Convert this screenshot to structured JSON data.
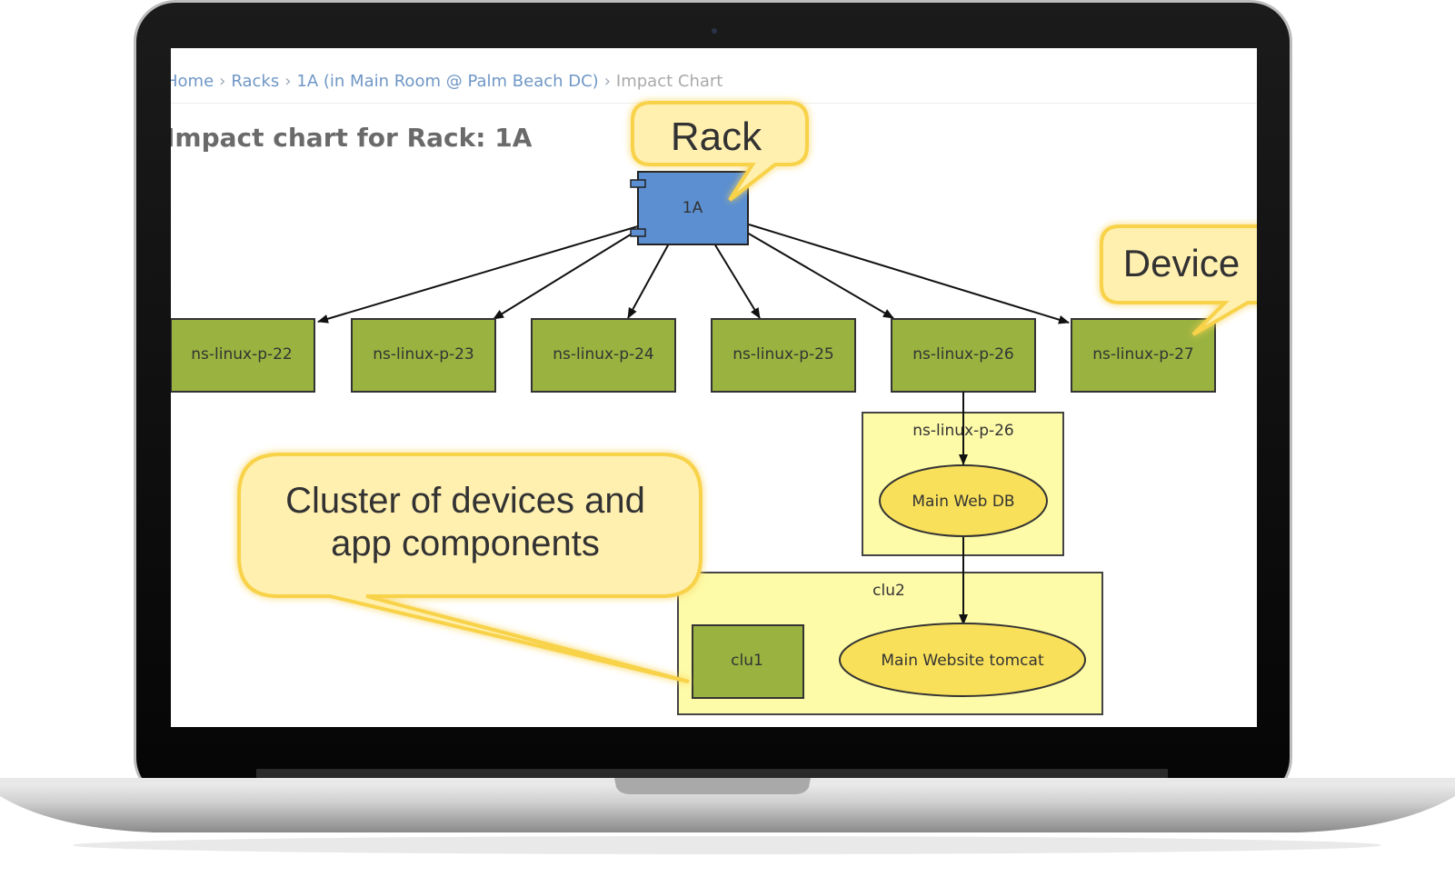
{
  "breadcrumb": {
    "home": "Home",
    "racks": "Racks",
    "rack_path": "1A (in Main Room @ Palm Beach DC)",
    "current": "Impact Chart"
  },
  "page": {
    "title": "Impact chart for Rack: 1A"
  },
  "graph": {
    "rack": "1A",
    "devices": [
      "ns-linux-p-22",
      "ns-linux-p-23",
      "ns-linux-p-24",
      "ns-linux-p-25",
      "ns-linux-p-26",
      "ns-linux-p-27"
    ],
    "cluster_device": "ns-linux-p-26",
    "db_component": "Main Web DB",
    "cluster": "clu2",
    "sub_cluster": "clu1",
    "app_component": "Main Website tomcat"
  },
  "callouts": {
    "rack": "Rack",
    "device": "Device",
    "cluster_line1": "Cluster of devices and",
    "cluster_line2": "app components"
  },
  "colors": {
    "rack_fill": "#5b8fd1",
    "device_fill": "#9ab340",
    "cluster_fill": "#fdfaa8",
    "component_fill": "#f8e05a",
    "callout_fill": "#fff0b0",
    "callout_stroke": "#f8d24a",
    "link": "#6f97c6"
  }
}
